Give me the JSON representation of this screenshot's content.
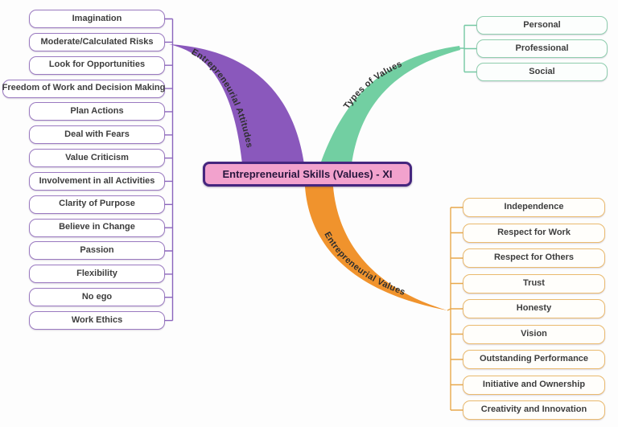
{
  "title": {
    "label": "Entrepreneurial Skills (Values) - XI"
  },
  "center_colors": {
    "fill": "#f2a2cd",
    "border": "#45267e"
  },
  "branches": {
    "attitudes": {
      "label": "Entrepreneurial Attitudes",
      "band_color": "#8a58bc",
      "connector_color": "#8b65bd",
      "box_border_color": "#9a79c0",
      "items": [
        "Imagination",
        "Moderate/Calculated Risks",
        "Look for Opportunities",
        "Freedom of Work and Decision Making",
        "Plan Actions",
        "Deal with Fears",
        "Value Criticism",
        "Involvement in all Activities",
        "Clarity of Purpose",
        "Believe in Change",
        "Passion",
        "Flexibility",
        "No ego",
        "Work Ethics"
      ]
    },
    "types": {
      "label": "Types of Values",
      "band_color": "#72cfa2",
      "connector_color": "#74c9a4",
      "box_border_color": "#8fceae",
      "items": [
        "Personal",
        "Professional",
        "Social"
      ]
    },
    "values": {
      "label": "Entrepreneurial Values",
      "band_color": "#f0932d",
      "connector_color": "#e8a84c",
      "box_border_color": "#eaba6e",
      "items": [
        "Independence",
        "Respect for Work",
        "Respect for Others",
        "Trust",
        "Honesty",
        "Vision",
        "Outstanding Performance",
        "Initiative and Ownership",
        "Creativity and Innovation"
      ]
    }
  }
}
